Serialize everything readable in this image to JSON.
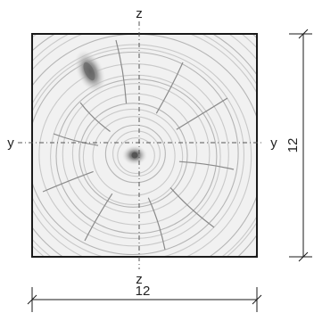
{
  "figure": {
    "axes": {
      "z_top": "z",
      "z_bottom": "z",
      "y_left": "y",
      "y_right": "y"
    },
    "dimensions": {
      "width": "12",
      "height": "12"
    },
    "colors": {
      "outline": "#1a1a1a",
      "wood_fill": "#f1f1f1",
      "ring": "#c9c9c9",
      "crack": "#8a8a8a",
      "axis_line": "#555555"
    }
  }
}
